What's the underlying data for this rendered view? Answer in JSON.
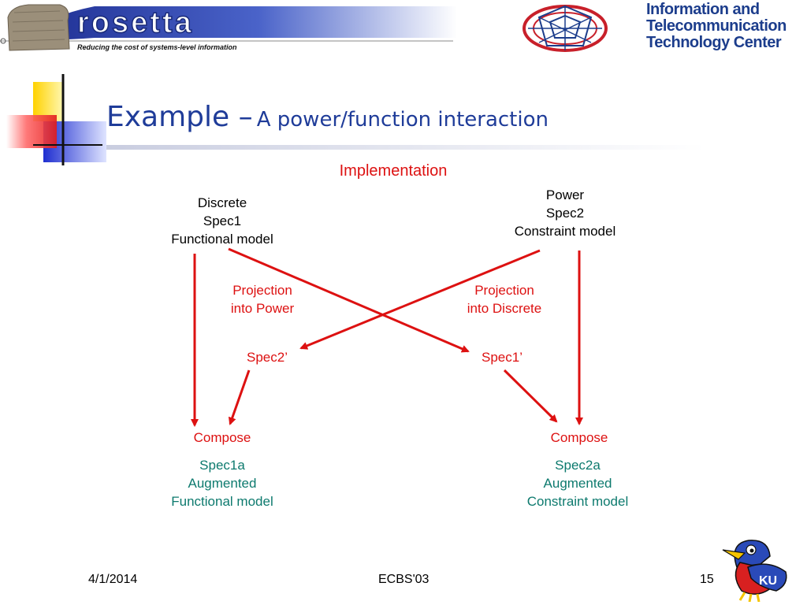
{
  "header": {
    "rosetta_word": "rosetta",
    "tagline": "Reducing the cost of systems-level information",
    "ittc_lines": [
      "Information and",
      "Telecommunication",
      "Technology Center"
    ]
  },
  "title": {
    "main": "Example –",
    "sub": "A power/function interaction"
  },
  "diagram": {
    "implementation": "Implementation",
    "left_spec": [
      "Discrete",
      "Spec1",
      "Functional model"
    ],
    "right_spec": [
      "Power",
      "Spec2",
      "Constraint model"
    ],
    "left_projection": [
      "Projection",
      "into Power"
    ],
    "right_projection": [
      "Projection",
      "into Discrete"
    ],
    "spec2_prime": "Spec2’",
    "spec1_prime": "Spec1’",
    "left_compose": "Compose",
    "right_compose": "Compose",
    "left_result": [
      "Spec1a",
      "Augmented",
      "Functional model"
    ],
    "right_result": [
      "Spec2a",
      "Augmented",
      "Constraint model"
    ],
    "colors": {
      "arrow": "#dd1111",
      "result_text": "#0d7a6e",
      "title": "#1f3c99"
    }
  },
  "footer": {
    "date": "4/1/2014",
    "conference": "ECBS'03",
    "page": "15"
  }
}
